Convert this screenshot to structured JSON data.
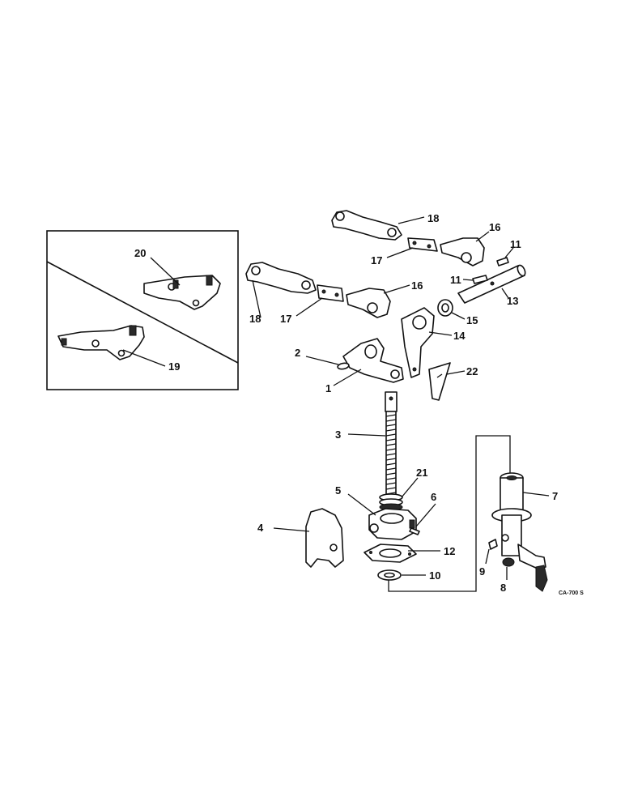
{
  "callouts": {
    "c1": "1",
    "c2": "2",
    "c3": "3",
    "c4": "4",
    "c5": "5",
    "c6": "6",
    "c7": "7",
    "c8": "8",
    "c9": "9",
    "c10": "10",
    "c11a": "11",
    "c11b": "11",
    "c12": "12",
    "c13": "13",
    "c14": "14",
    "c15": "15",
    "c16a": "16",
    "c16b": "16",
    "c17a": "17",
    "c17b": "17",
    "c18a": "18",
    "c18b": "18",
    "c19": "19",
    "c20": "20",
    "c21": "21",
    "c22": "22"
  },
  "drawing_code": "CA-700 S"
}
